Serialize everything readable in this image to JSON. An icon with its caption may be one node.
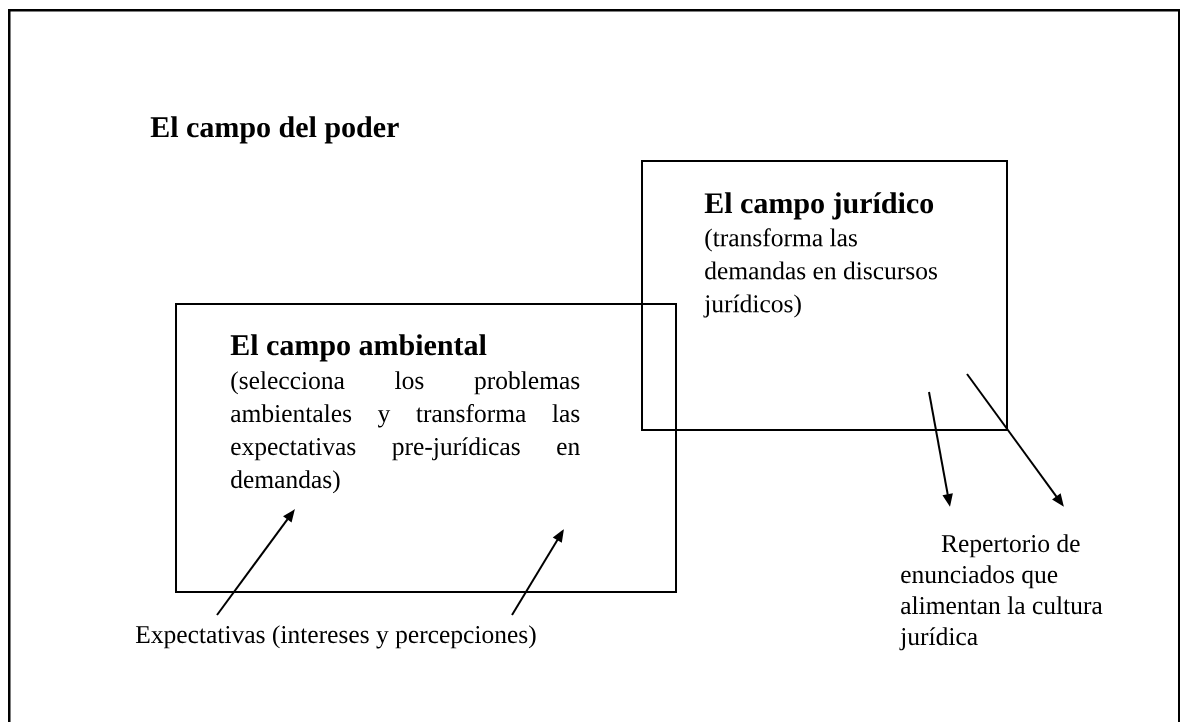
{
  "diagram": {
    "nodes": [
      {
        "text": [
          "El campo del poder"
        ]
      },
      {
        "text": [
          "El campo ambiental",
          "(selecciona los problemas ambientales y transforma las expectativas pre-jurídicas en demandas)"
        ],
        "in": 0
      },
      {
        "text": [
          "El campo jurídico",
          "(transforma las demandas en discursos jurídicos)"
        ],
        "in": 0
      },
      {
        "text": [
          "Expectativas (intereses y percepciones)"
        ],
        "in": 0
      },
      {
        "text": [
          "Repertorio de enunciados que alimentan la cultura jurídica"
        ],
        "in": 0
      }
    ],
    "edges": [
      {
        "from": 3,
        "to": 1,
        "arrow": "to"
      },
      {
        "from": 3,
        "to": 1,
        "arrow": "to"
      },
      {
        "from": 2,
        "to": 4,
        "arrow": "to"
      },
      {
        "from": 2,
        "to": 4,
        "arrow": "to"
      }
    ]
  }
}
